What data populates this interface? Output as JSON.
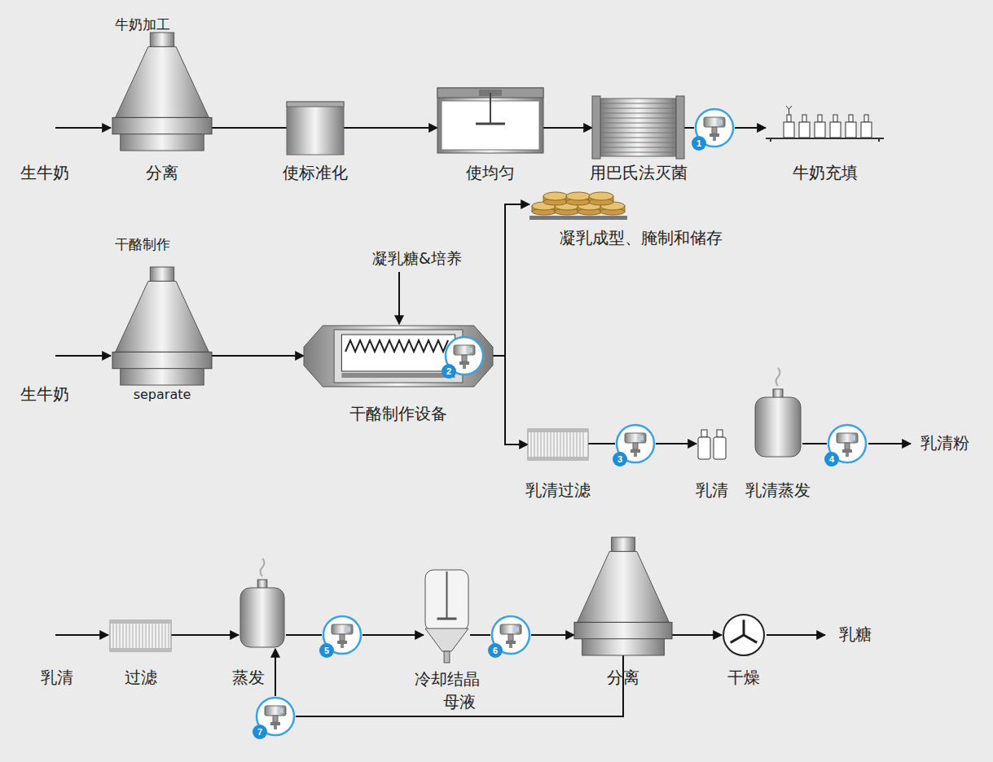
{
  "diagram": {
    "nodes": [
      {
        "text": [
          "分离"
        ]
      },
      {
        "text": [
          "使标准化"
        ]
      },
      {
        "text": [
          "使均匀"
        ]
      },
      {
        "text": [
          "用巴氏法灭菌"
        ]
      },
      {
        "text": [
          "1"
        ]
      },
      {
        "text": [
          "牛奶充填"
        ]
      },
      {
        "text": [
          "separate"
        ]
      },
      {
        "text": [
          "干酪制作设备"
        ]
      },
      {
        "text": [
          "2"
        ]
      },
      {
        "text": [
          "凝乳成型、腌制和储存"
        ]
      },
      {
        "text": [
          "乳清过滤"
        ]
      },
      {
        "text": [
          "3"
        ]
      },
      {
        "text": [
          "乳清"
        ]
      },
      {
        "text": [
          "乳清蒸发"
        ]
      },
      {
        "text": [
          "4"
        ]
      },
      {
        "text": [
          "过滤"
        ]
      },
      {
        "text": [
          "蒸发"
        ]
      },
      {
        "text": [
          "5"
        ]
      },
      {
        "text": [
          "冷却结晶"
        ]
      },
      {
        "text": [
          "6"
        ]
      },
      {
        "text": [
          "分离"
        ]
      },
      {
        "text": [
          "干燥"
        ]
      },
      {
        "text": [
          "7"
        ]
      }
    ],
    "edges": [
      {
        "from": 0,
        "to": 1,
        "arrow": "none"
      },
      {
        "from": 1,
        "to": 2,
        "arrow": "to"
      },
      {
        "from": 2,
        "to": 3,
        "arrow": "to"
      },
      {
        "from": 3,
        "to": 4,
        "arrow": "none"
      },
      {
        "from": 4,
        "to": 5,
        "arrow": "to"
      },
      {
        "from": 6,
        "to": 7,
        "arrow": "to"
      },
      {
        "from": 7,
        "to": 8,
        "arrow": "none"
      },
      {
        "from": 8,
        "to": 9,
        "arrow": "to"
      },
      {
        "from": 8,
        "to": 10,
        "arrow": "to"
      },
      {
        "from": 10,
        "to": 11,
        "arrow": "none"
      },
      {
        "from": 11,
        "to": 12,
        "arrow": "to"
      },
      {
        "from": 13,
        "to": 14,
        "arrow": "none"
      },
      {
        "from": 15,
        "to": 16,
        "arrow": "to"
      },
      {
        "from": 16,
        "to": 17,
        "arrow": "none"
      },
      {
        "from": 17,
        "to": 18,
        "arrow": "to"
      },
      {
        "from": 18,
        "to": 19,
        "arrow": "none"
      },
      {
        "from": 19,
        "to": 20,
        "arrow": "to"
      },
      {
        "from": 20,
        "to": 21,
        "arrow": "to"
      },
      {
        "from": 20,
        "to": 22,
        "arrow": "none",
        "label": "母液"
      },
      {
        "from": 22,
        "to": 16,
        "arrow": "to"
      }
    ],
    "labels": [
      "牛奶加工",
      "生牛奶",
      "干酪制作",
      "凝乳糖&培养",
      "生牛奶",
      "乳清粉",
      "乳清",
      "乳糖"
    ]
  }
}
